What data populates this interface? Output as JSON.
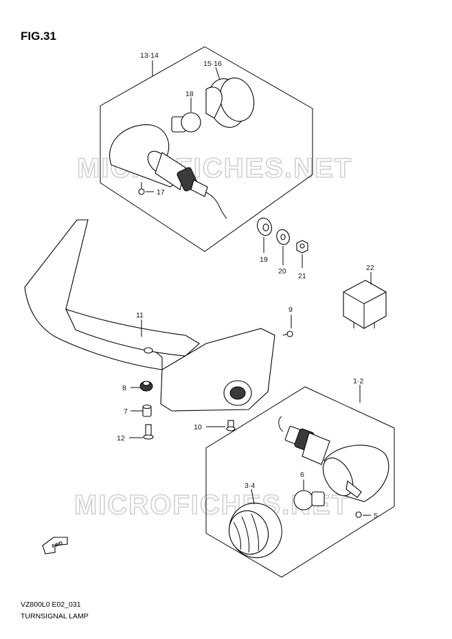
{
  "figure": {
    "title": "FIG.31",
    "model_code": "VZ800L0 E02_031",
    "description": "TURNSIGNAL LAMP",
    "watermark": "MICROFICHES.NET",
    "fwd_label": "FWD"
  },
  "callouts": {
    "p1_2": "1·2",
    "p3_4": "3·4",
    "p5": "5",
    "p6": "6",
    "p7": "7",
    "p8": "8",
    "p9": "9",
    "p10": "10",
    "p11": "11",
    "p12": "12",
    "p13_14": "13·14",
    "p15_16": "15·16",
    "p17": "17",
    "p18": "18",
    "p19": "19",
    "p20": "20",
    "p21": "21",
    "p22": "22"
  }
}
